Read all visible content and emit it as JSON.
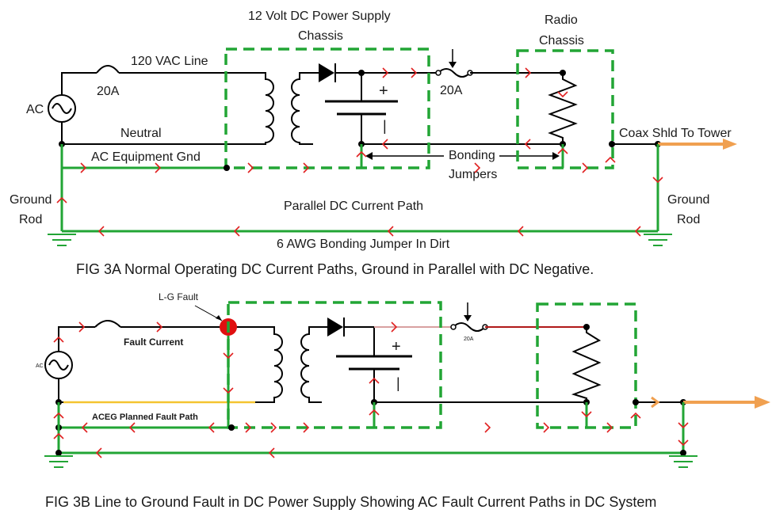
{
  "colors": {
    "ground": "#22a535",
    "conductor": "#000000",
    "current_arrow": "#e02020",
    "dc_positive_fault": "#b01818",
    "coax": "#f0a050",
    "aceg_path": "#f4c430",
    "fault_point": "#e01010"
  },
  "fig3a": {
    "power_supply_title_1": "12 Volt DC Power Supply",
    "power_supply_title_2": "Chassis",
    "radio_title_1": "Radio",
    "radio_title_2": "Chassis",
    "ac_line": "120 VAC Line",
    "breaker_rating": "20A",
    "ac_source": "AC",
    "neutral": "Neutral",
    "ac_equipment_gnd": "AC Equipment Gnd",
    "fuse_rating": "20A",
    "plus": "+",
    "minus": "|",
    "bonding_1": "Bonding",
    "bonding_2": "Jumpers",
    "coax_label": "Coax Shld To Tower",
    "ground_rod_left_1": "Ground",
    "ground_rod_left_2": "Rod",
    "ground_rod_right_1": "Ground",
    "ground_rod_right_2": "Rod",
    "parallel_path": "Parallel DC Current Path",
    "bonding_jumper": "6 AWG Bonding Jumper In Dirt",
    "caption": "FIG 3A Normal Operating DC Current Paths, Ground in Parallel with DC Negative."
  },
  "fig3b": {
    "fault_label": "L-G Fault",
    "fault_current": "Fault Current",
    "ac_source": "AC",
    "fuse_rating": "20A",
    "plus": "+",
    "minus": "|",
    "aceg_path": "ACEG Planned Fault Path",
    "caption": "FIG 3B Line to Ground Fault in DC Power Supply Showing AC Fault Current Paths in DC System"
  }
}
